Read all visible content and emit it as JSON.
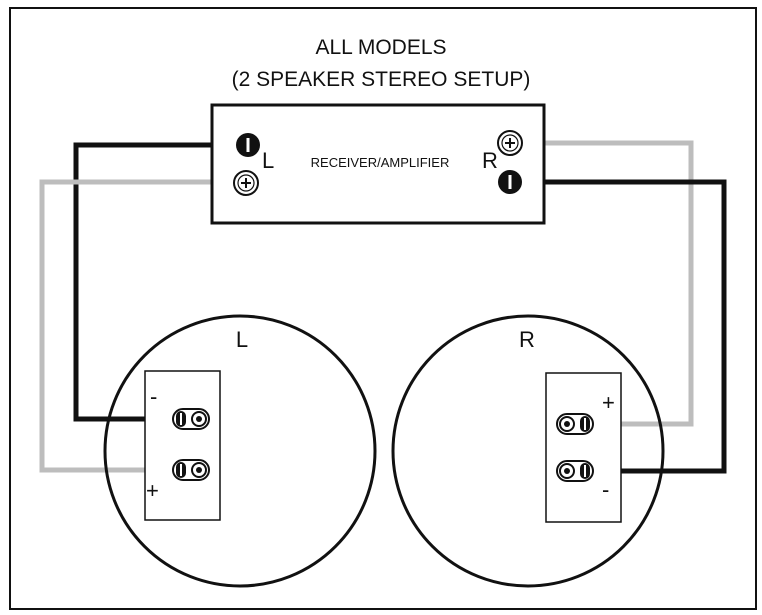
{
  "title_line1": "ALL MODELS",
  "title_line2": "(2 SPEAKER STEREO SETUP)",
  "receiver": {
    "label": "RECEIVER/AMPLIFIER",
    "left_channel": "L",
    "right_channel": "R"
  },
  "speakers": {
    "left": {
      "label": "L",
      "neg_sign": "-",
      "pos_sign": "+"
    },
    "right": {
      "label": "R",
      "pos_sign": "+",
      "neg_sign": "-"
    }
  },
  "colors": {
    "negative_wire": "#111111",
    "positive_wire": "#bdbdbd",
    "outline": "#111111"
  }
}
